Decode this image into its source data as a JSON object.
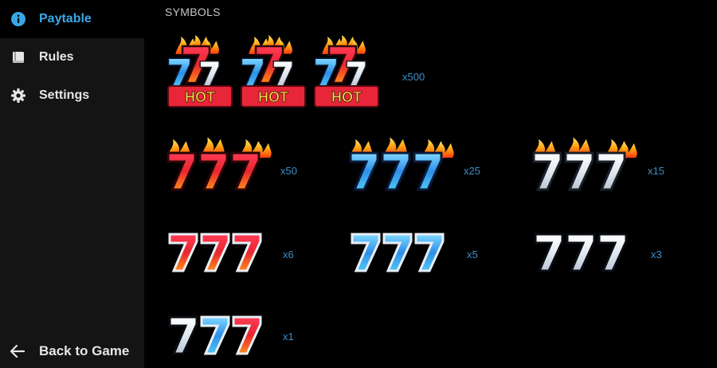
{
  "nav": {
    "items": [
      {
        "label": "Paytable",
        "icon": "info-icon",
        "active": true
      },
      {
        "label": "Rules",
        "icon": "book-icon",
        "active": false
      },
      {
        "label": "Settings",
        "icon": "gear-icon",
        "active": false
      }
    ],
    "back_label": "Back to Game"
  },
  "paytable": {
    "title": "SYMBOLS",
    "symbols": [
      {
        "name": "triple-hot-seven",
        "payout": "x500"
      },
      {
        "name": "red-flaming-sevens",
        "payout": "x50"
      },
      {
        "name": "blue-flaming-sevens",
        "payout": "x25"
      },
      {
        "name": "white-flaming-sevens",
        "payout": "x15"
      },
      {
        "name": "red-sevens",
        "payout": "x6"
      },
      {
        "name": "blue-sevens",
        "payout": "x5"
      },
      {
        "name": "white-sevens",
        "payout": "x3"
      },
      {
        "name": "mixed-sevens",
        "payout": "x1"
      }
    ]
  },
  "colors": {
    "accent": "#39a7e6",
    "payout": "#3d8fc8",
    "sidebar": "#141414",
    "background": "#000000"
  }
}
